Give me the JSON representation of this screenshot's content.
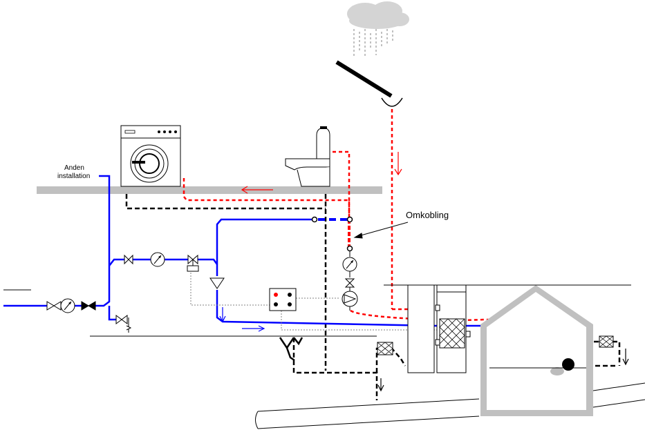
{
  "labels": {
    "other_installation_line1": "Anden",
    "other_installation_line2": "installation",
    "switchover": "Omkobling"
  },
  "colors": {
    "potable_water": "#0000ff",
    "rainwater": "#ff0000",
    "wastewater": "#000000",
    "floor": "#c0c0c0",
    "tank_wall": "#c0c0c0",
    "cloud": "#d0d0d0"
  },
  "icons": [
    "cloud-icon",
    "rain-icon",
    "washing-machine-icon",
    "toilet-icon",
    "water-meter-icon",
    "valve-icon",
    "check-valve-icon",
    "pump-icon",
    "controller-icon",
    "filter-icon",
    "float-icon"
  ]
}
